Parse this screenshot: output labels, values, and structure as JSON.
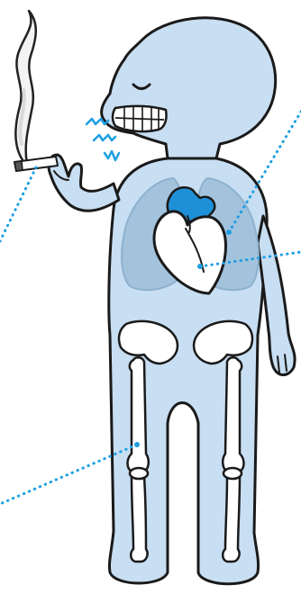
{
  "colors": {
    "body_fill": "#c8def2",
    "outline": "#1a1a1a",
    "lungs": "#a3c3dd",
    "bone": "#ffffff",
    "heart": "#ffffff",
    "heart_vessels": "#1e90d8",
    "callout_dots": "#1e9fe2",
    "smoke": "#f2f2f2",
    "cigarette_ember": "#555555",
    "breath_squiggles": "#1e9fe2"
  },
  "illustration": {
    "figure": "figure-smoking-cigarette",
    "icons": [
      "cigarette-icon",
      "smoke-icon",
      "lungs-icon",
      "heart-icon",
      "skeleton-legs-icon",
      "breath-squiggles-icon"
    ],
    "callouts": [
      "callout-line-cigarette",
      "callout-line-lungs",
      "callout-line-heart",
      "callout-line-leg-bone"
    ]
  }
}
